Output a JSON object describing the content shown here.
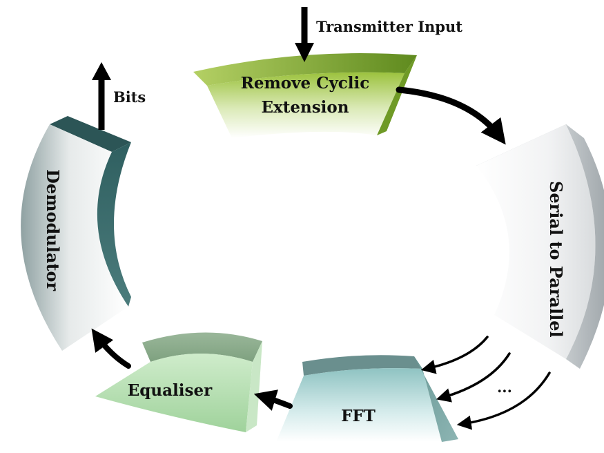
{
  "labels": {
    "transmitter_input": "Transmitter Input",
    "remove_cyclic_line1": "Remove Cyclic",
    "remove_cyclic_line2": "Extension",
    "serial_to_parallel": "Serial to Parallel",
    "fft": "FFT",
    "equaliser": "Equaliser",
    "demodulator": "Demodulator",
    "bits": "Bits",
    "ellipsis": "..."
  },
  "colors": {
    "remove_cyclic": "#8db43a",
    "serial_parallel": "#c8cdd0",
    "fft": "#6f9c9a",
    "equaliser": "#a9d6a6",
    "demodulator": "#3a6a6b",
    "arrow": "#000000"
  }
}
